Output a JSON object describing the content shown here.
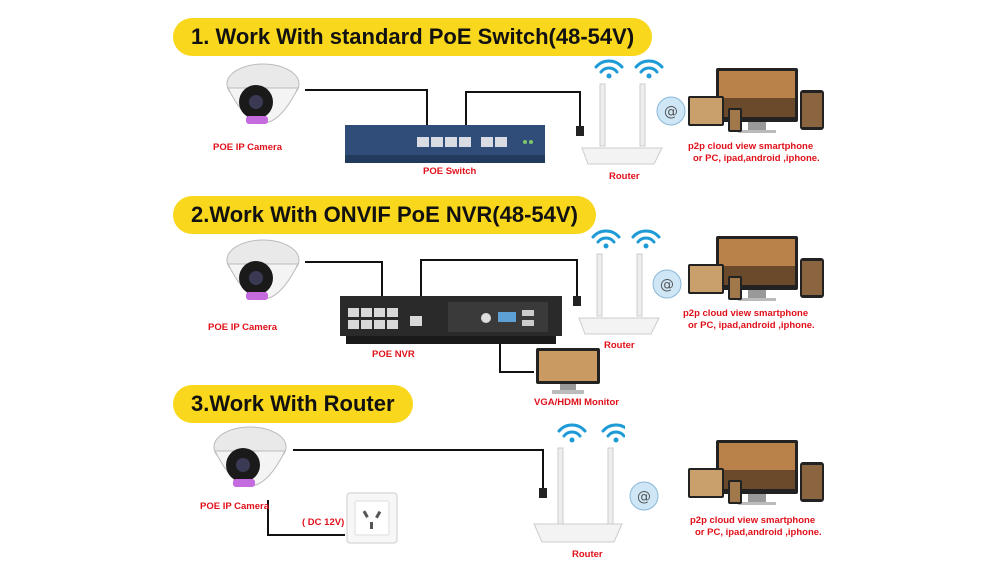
{
  "sections": [
    {
      "title": "1. Work With standard PoE Switch(48-54V)",
      "camera_label": "POE IP Camera",
      "hub_label": "POE Switch",
      "router_label": "Router",
      "cloud_lines": [
        "p2p cloud view smartphone",
        "or PC, ipad,android ,iphone."
      ]
    },
    {
      "title": "2.Work With ONVIF PoE NVR(48-54V)",
      "camera_label": "POE IP Camera",
      "hub_label": "POE NVR",
      "router_label": "Router",
      "monitor_label": "VGA/HDMI Monitor",
      "cloud_lines": [
        "p2p cloud view smartphone",
        "or PC, ipad,android ,iphone."
      ]
    },
    {
      "title": "3.Work With Router",
      "camera_label": "POE IP Camera",
      "power_label": "( DC 12V)",
      "router_label": "Router",
      "cloud_lines": [
        "p2p cloud view smartphone",
        "or PC, ipad,android ,iphone."
      ]
    }
  ],
  "colors": {
    "banner": "#f9d71c",
    "label": "#e0101a",
    "wire": "#111111"
  }
}
